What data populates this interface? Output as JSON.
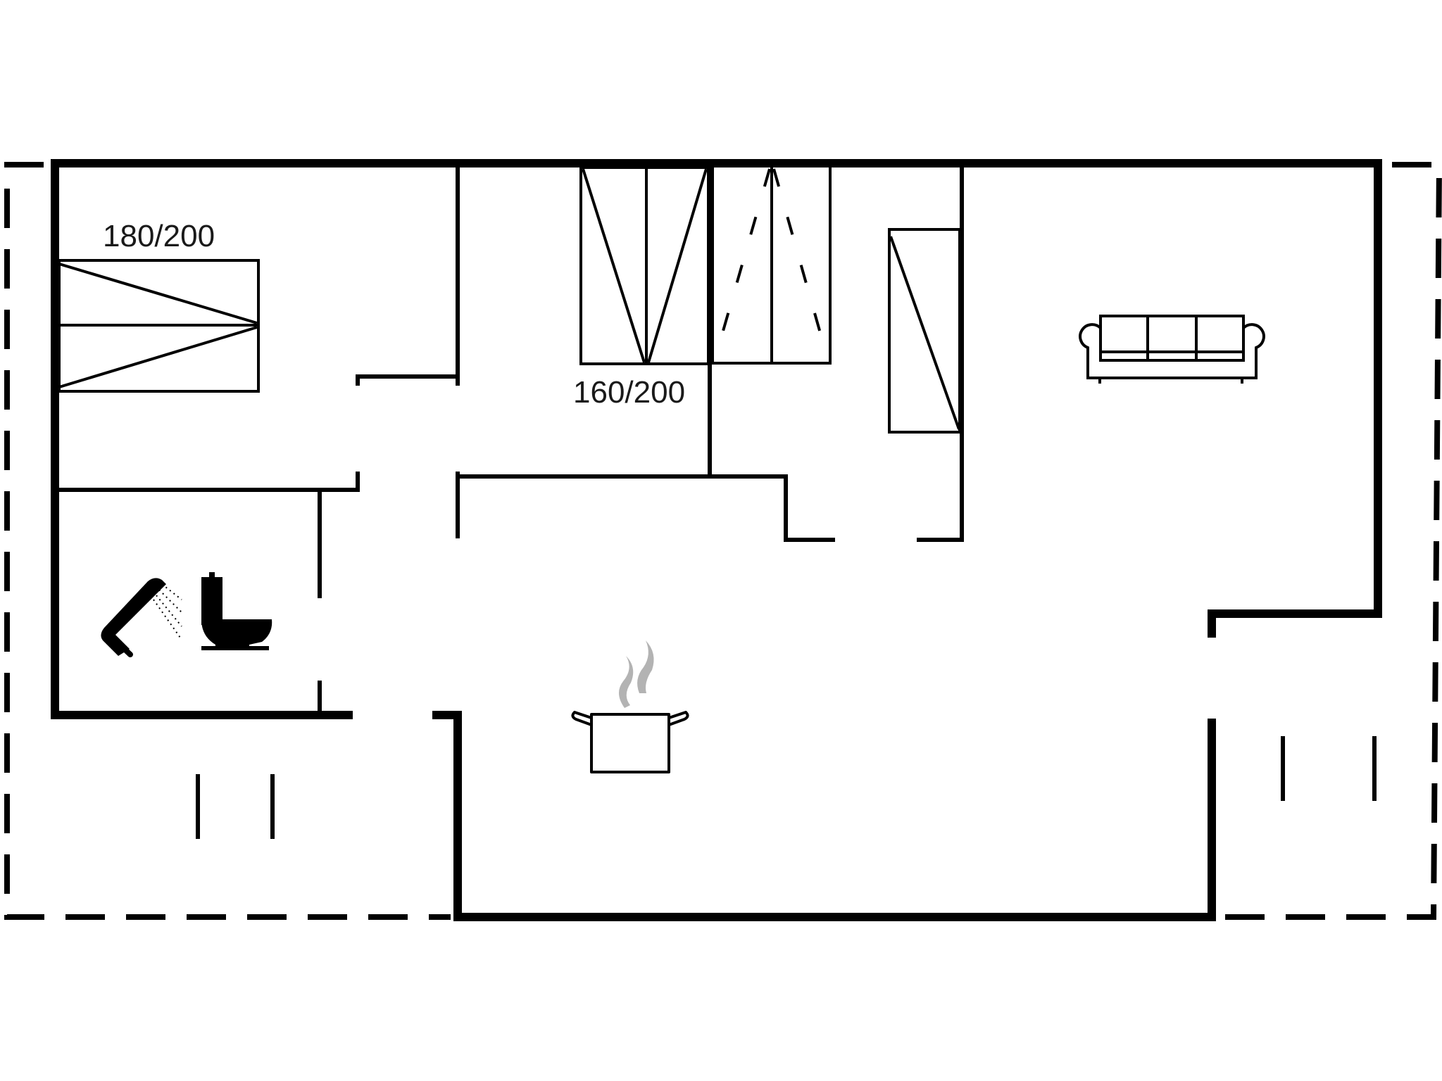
{
  "floorplan": {
    "title": "Floor plan",
    "colors": {
      "wall": "#000000",
      "background": "#ffffff",
      "steam": "#b3b3b3",
      "label": "#1a1a1a"
    },
    "rooms": [
      {
        "name": "bedroom-1",
        "bed_label": "180/200"
      },
      {
        "name": "bedroom-2",
        "bed_label": "160/200"
      },
      {
        "name": "bathroom",
        "icons": [
          "shower-icon",
          "toilet-icon"
        ]
      },
      {
        "name": "kitchen",
        "icons": [
          "cooking-pot-icon"
        ]
      },
      {
        "name": "living-room",
        "icons": [
          "sofa-icon"
        ]
      }
    ],
    "labels": {
      "bed1": "180/200",
      "bed2": "160/200"
    },
    "icons": [
      "bed-icon",
      "bed-icon",
      "wardrobe-icon",
      "wardrobe-icon",
      "sofa-icon",
      "shower-icon",
      "toilet-icon",
      "cooking-pot-icon",
      "terrace-outline"
    ]
  }
}
